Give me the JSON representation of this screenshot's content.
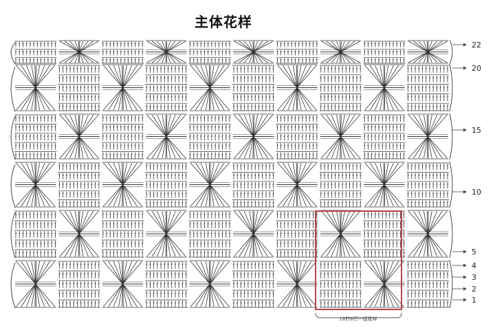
{
  "title": "主体花样",
  "row_labels": [
    "22",
    "20",
    "15",
    "10",
    "5",
    "4",
    "3",
    "2",
    "1"
  ],
  "caption": "18针8行一组花样",
  "colors": {
    "stitch": "#333333",
    "highlight": "#b5474a",
    "background": "#ffffff"
  },
  "pattern": {
    "columns": 10,
    "rows": 6,
    "cell_types": [
      "grid",
      "bowtie"
    ]
  }
}
